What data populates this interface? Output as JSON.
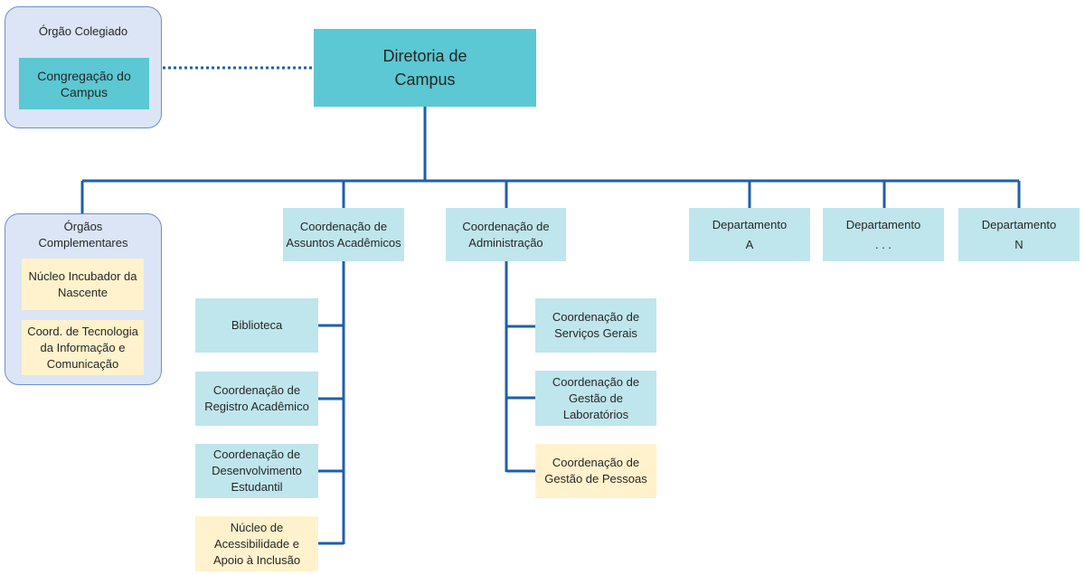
{
  "groups": {
    "colegiado": {
      "title": "Órgão Colegiado",
      "items": [
        "Congregação do\nCampus"
      ]
    },
    "complementares": {
      "title": "Órgãos\nComplementares",
      "items": [
        "Núcleo Incubador da\nNascente",
        "Coord. de Tecnologia\nda Informação e\nComunicação"
      ]
    }
  },
  "root": "Diretoria de\nCampus",
  "coord_academica": {
    "label": "Coordenação de\nAssuntos Acadêmicos",
    "children": [
      "Biblioteca",
      "Coordenação de\nRegistro Acadêmico",
      "Coordenação de\nDesenvolvimento\nEstudantil",
      "Núcleo de\nAcessibilidade e\nApoio à Inclusão"
    ]
  },
  "coord_admin": {
    "label": "Coordenação de\nAdministração",
    "children": [
      "Coordenação de\nServiços Gerais",
      "Coordenação de\nGestão de\nLaboratórios",
      "Coordenação de\nGestão de Pessoas"
    ]
  },
  "departamentos": [
    "Departamento\nA",
    "Departamento\n. . .",
    "Departamento\nN"
  ],
  "colors": {
    "line": "#1f5fa8",
    "cyan": "#bfe6ec",
    "dark": "#5bc8d3",
    "cream": "#fff2cc",
    "group_fill": "#dbe5f5",
    "group_border": "#6b8fd4"
  }
}
